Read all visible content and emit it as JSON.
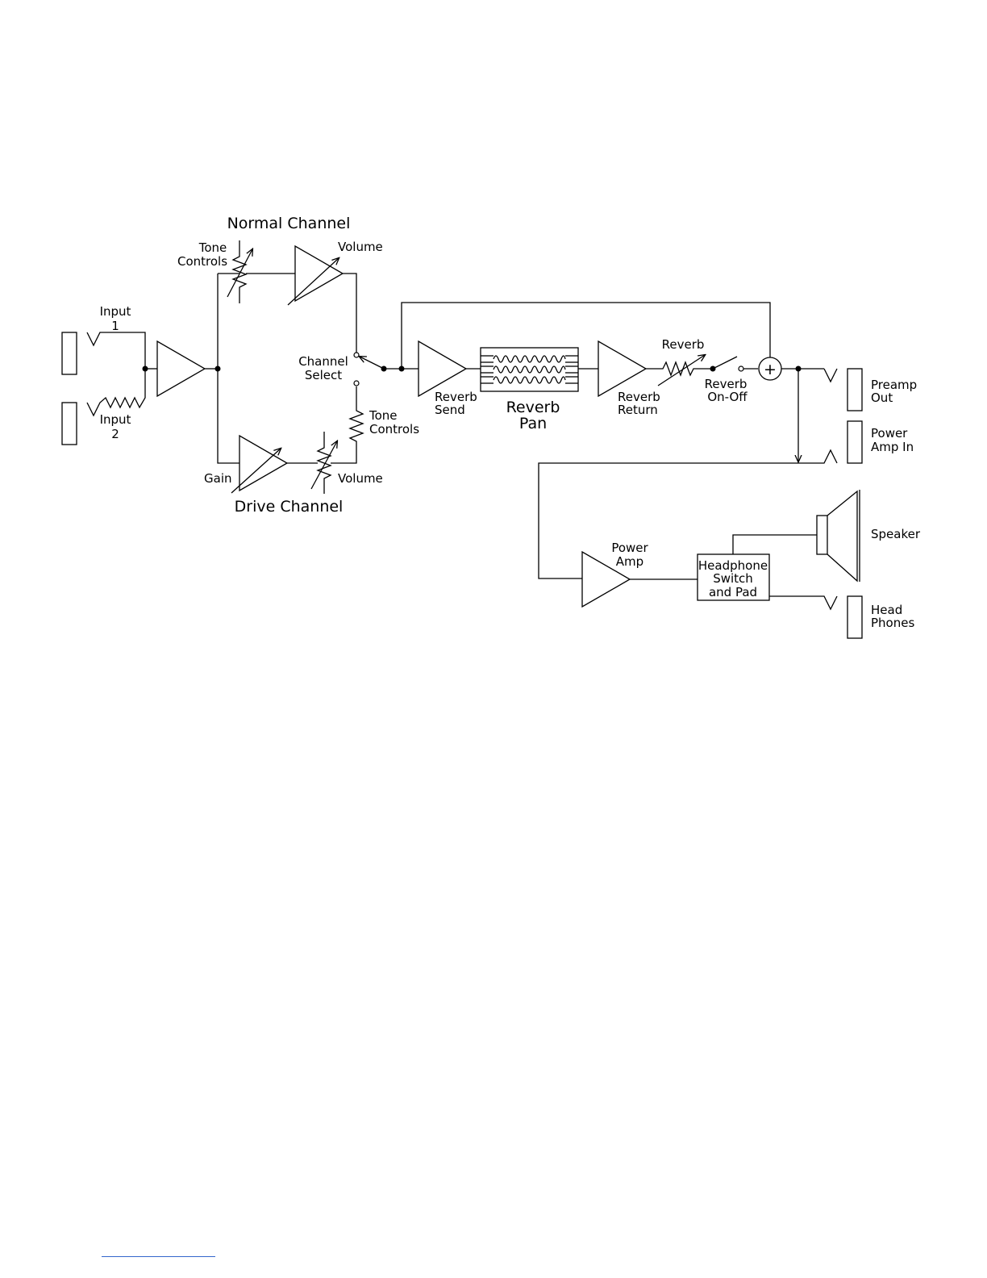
{
  "labels": {
    "normal_channel": "Normal Channel",
    "drive_channel": "Drive Channel",
    "input1_a": "Input",
    "input1_b": "1",
    "input2_a": "Input",
    "input2_b": "2",
    "tone_normal_a": "Tone",
    "tone_normal_b": "Controls",
    "volume_normal": "Volume",
    "channel_select_a": "Channel",
    "channel_select_b": "Select",
    "tone_drive_a": "Tone",
    "tone_drive_b": "Controls",
    "gain": "Gain",
    "volume_drive": "Volume",
    "reverb_send_a": "Reverb",
    "reverb_send_b": "Send",
    "reverb_pan_a": "Reverb",
    "reverb_pan_b": "Pan",
    "reverb_return_a": "Reverb",
    "reverb_return_b": "Return",
    "reverb_pot": "Reverb",
    "reverb_onoff_a": "Reverb",
    "reverb_onoff_b": "On-Off",
    "sum_symbol": "+",
    "preamp_out_a": "Preamp",
    "preamp_out_b": "Out",
    "power_amp_in_a": "Power",
    "power_amp_in_b": "Amp In",
    "power_amp_a": "Power",
    "power_amp_b": "Amp",
    "headphone_a": "Headphone",
    "headphone_b": "Switch",
    "headphone_c": "and Pad",
    "speaker": "Speaker",
    "head_phones_a": "Head",
    "head_phones_b": "Phones"
  }
}
